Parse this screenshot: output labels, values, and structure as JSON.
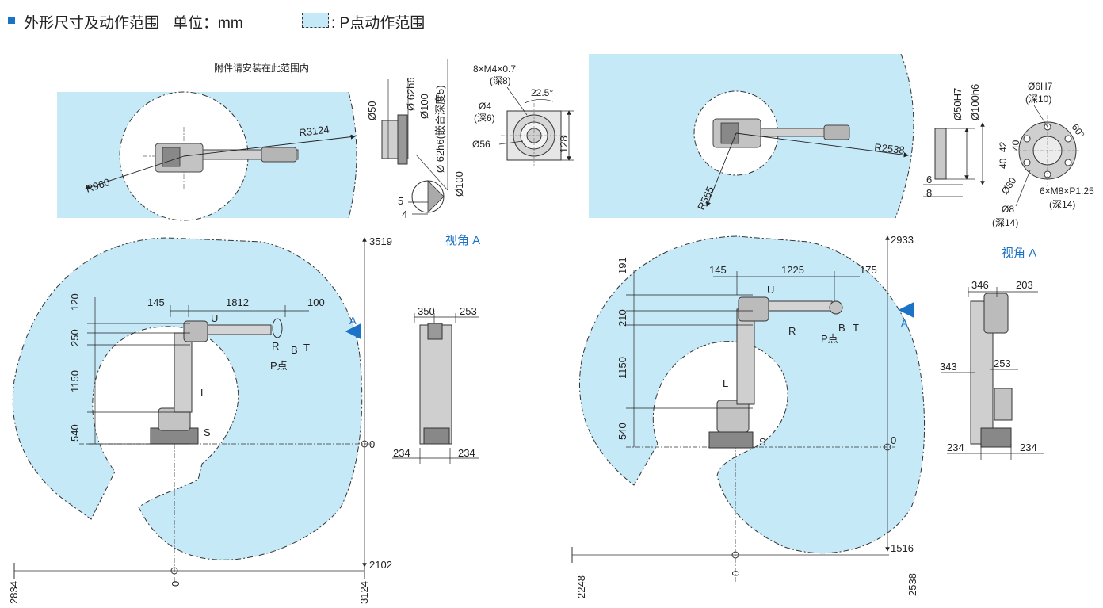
{
  "header": {
    "title": "外形尺寸及动作范围",
    "unit": "单位：mm",
    "legend": ": P点动作范围"
  },
  "left": {
    "top_view": {
      "note": "附件请安装在此范围内",
      "r_inner": "R960",
      "r_outer": "R3124"
    },
    "flange": {
      "d50": "Ø50",
      "d62h6": "Ø 62h6",
      "d100": "Ø100",
      "d62h6_depth": "Ø 62h6(嵌合深度5)",
      "d100b": "Ø100",
      "dim5": "5",
      "dim4": "4",
      "tap": "8×M4×0.7",
      "tap_depth": "(深8)",
      "pin": "Ø4",
      "pin_depth": "(深6)",
      "angle": "22.5°",
      "d56": "Ø56",
      "d128": "128"
    },
    "side": {
      "top": "3519",
      "bottom": "2102",
      "zero_v": "0",
      "zero_h": "0",
      "left": "2834",
      "right": "3124",
      "d145": "145",
      "d1812": "1812",
      "d100": "100",
      "d120": "120",
      "d250": "250",
      "d1150": "1150",
      "d540": "540",
      "axis_u": "U",
      "axis_r": "R",
      "axis_b": "B",
      "axis_t": "T",
      "axis_l": "L",
      "axis_s": "S",
      "p_point": "P点",
      "arrow_a": "A"
    },
    "view_label": "视角 A",
    "front": {
      "w350": "350",
      "w253": "253",
      "b234a": "234",
      "b234b": "234"
    }
  },
  "right": {
    "top_view": {
      "r_inner": "R565",
      "r_outer": "R2538"
    },
    "flange": {
      "d50h7": "Ø50H7",
      "d100h6": "Ø100h6",
      "dim6": "6",
      "dim8": "8",
      "pin": "Ø6H7",
      "pin_depth": "(深10)",
      "angle": "60°",
      "d40a": "40",
      "d42": "42",
      "d40b": "40",
      "d80": "Ø80",
      "tap": "6×M8×P1.25",
      "tap_depth": "(深14)",
      "d8": "Ø8",
      "d8_depth": "(深14)"
    },
    "side": {
      "top": "2933",
      "bottom": "1516",
      "zero_v": "0",
      "zero_h": "0",
      "left": "2248",
      "right": "2538",
      "d145": "145",
      "d1225": "1225",
      "d175": "175",
      "d191": "191",
      "d210": "210",
      "d1150": "1150",
      "d540": "540",
      "axis_u": "U",
      "axis_r": "R",
      "axis_b": "B",
      "axis_t": "T",
      "axis_l": "L",
      "axis_s": "S",
      "p_point": "P点",
      "arrow_a": "A"
    },
    "view_label": "视角 A",
    "front": {
      "w346": "346",
      "w203": "203",
      "w343": "343",
      "w253": "253",
      "b234a": "234",
      "b234b": "234"
    }
  },
  "colors": {
    "range_fill": "#c6e9f8",
    "robot_gray": "#c3c3c3",
    "robot_dark": "#555555",
    "accent_blue": "#1a73c6",
    "line": "#222222"
  }
}
